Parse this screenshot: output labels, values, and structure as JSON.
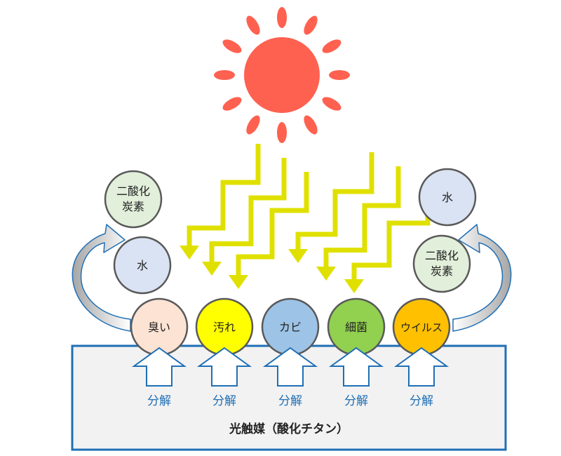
{
  "sun": {
    "color": "#ff6150",
    "icon": "sun-icon"
  },
  "light_rays": {
    "color": "#e0e000",
    "count": 6
  },
  "substrate": {
    "label": "光触媒（酸化チタン）",
    "fill": "#f2f2f2",
    "border": "#1f6fb5"
  },
  "pollutants": [
    {
      "label": "臭い",
      "color": "#fde3d4"
    },
    {
      "label": "汚れ",
      "color": "#ffff00"
    },
    {
      "label": "カビ",
      "color": "#9dc3e6"
    },
    {
      "label": "細菌",
      "color": "#92d050"
    },
    {
      "label": "ウイルス",
      "color": "#ffc000"
    }
  ],
  "decompose_label": "分解",
  "products_left": [
    {
      "label_lines": [
        "二酸化",
        "炭素"
      ],
      "color": "#e2efda"
    },
    {
      "label_lines": [
        "水"
      ],
      "color": "#dae3f3"
    }
  ],
  "products_right": [
    {
      "label_lines": [
        "水"
      ],
      "color": "#dae3f3"
    },
    {
      "label_lines": [
        "二酸化",
        "炭素"
      ],
      "color": "#e2efda"
    }
  ],
  "colors": {
    "circle_stroke": "#595959",
    "up_arrow_stroke": "#1f6fb5",
    "curve_arrow_stroke": "#1f6fb5",
    "curve_arrow_fill_light": "#ffffff",
    "curve_arrow_fill_dark": "#a6a6a6"
  }
}
